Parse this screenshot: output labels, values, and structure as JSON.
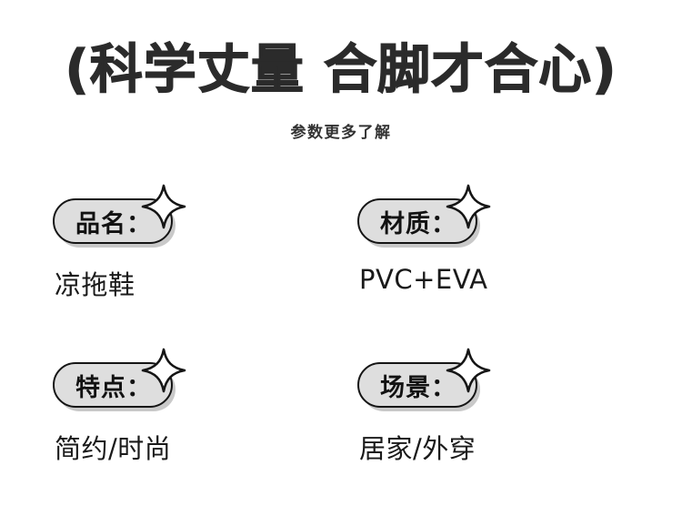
{
  "page": {
    "background_color": "#ffffff",
    "title_color": "#2b2b2b",
    "pill_fill_color": "#dedede",
    "pill_border_color": "#151515",
    "pill_shadow_color": "#c9c9c9",
    "value_text_color": "#1a1a1a"
  },
  "header": {
    "main_title": "(科学丈量 合脚才合心)",
    "subtitle": "参数更多了解"
  },
  "specs": [
    {
      "label": "品名：",
      "value": "凉拖鞋",
      "sparkle_icon": "sparkle-star-icon"
    },
    {
      "label": "材质：",
      "value": "PVC+EVA",
      "sparkle_icon": "sparkle-star-icon"
    },
    {
      "label": "特点：",
      "value": "简约/时尚",
      "sparkle_icon": "sparkle-star-icon"
    },
    {
      "label": "场景：",
      "value": "居家/外穿",
      "sparkle_icon": "sparkle-star-icon"
    }
  ]
}
